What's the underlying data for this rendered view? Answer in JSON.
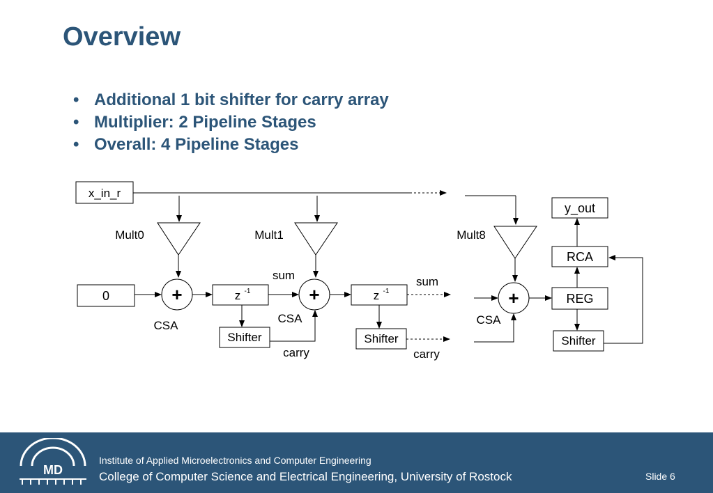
{
  "slide": {
    "title": "Overview",
    "bullets": [
      "Additional 1 bit shifter for carry array",
      "Multiplier: 2 Pipeline Stages",
      "Overall: 4 Pipeline Stages"
    ]
  },
  "diagram": {
    "input": "x_in_r",
    "zero": "0",
    "mults": [
      "Mult0",
      "Mult1",
      "Mult8"
    ],
    "adder_symbol": "+",
    "csa": "CSA",
    "delay_base": "z",
    "delay_exp": "-1",
    "shifter": "Shifter",
    "sum": "sum",
    "carry": "carry",
    "output": "y_out",
    "rca": "RCA",
    "reg": "REG"
  },
  "footer": {
    "institute": "Institute of Applied Microelectronics and Computer Engineering",
    "college": "College of Computer Science and Electrical Engineering, University of Rostock",
    "slide_number": "Slide 6",
    "logo_text": "MD"
  },
  "colors": {
    "brand": "#2c5578",
    "white": "#ffffff"
  }
}
